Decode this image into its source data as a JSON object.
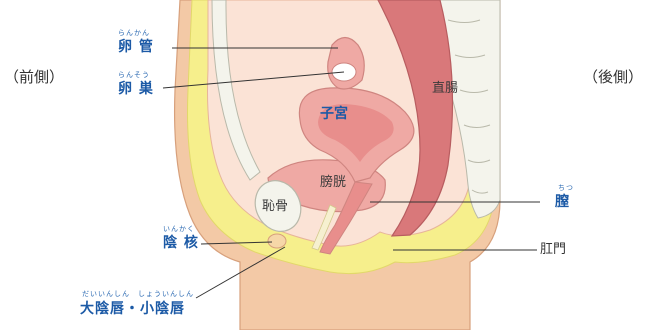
{
  "side_labels": {
    "front": "（前側）",
    "back": "（後側）"
  },
  "left_labels": [
    {
      "id": "oviduct",
      "ruby": "らんかん",
      "text": "卵 管"
    },
    {
      "id": "ovary",
      "ruby": "らんそう",
      "text": "卵 巣"
    },
    {
      "id": "clitoris",
      "ruby": "いんかく",
      "text": "陰 核"
    },
    {
      "id": "labia",
      "ruby": "だいいんしん　しょういんしん",
      "text": "大陰唇・小陰唇"
    }
  ],
  "right_labels": [
    {
      "id": "vagina",
      "ruby": "ちつ",
      "text": "膣"
    },
    {
      "id": "anus",
      "text": "肛門"
    }
  ],
  "inner_labels": {
    "uterus": "子宮",
    "rectum": "直腸",
    "bladder": "膀胱",
    "pubic_bone": "恥骨"
  },
  "colors": {
    "skin": "#f3c9a6",
    "skin_outline": "#d7a07c",
    "fat_yellow": "#f6ef8c",
    "bone": "#f4f4ec",
    "bone_outline": "#b9b9aa",
    "rectum": "#d9787a",
    "organ_pink": "#efa9a4",
    "uterus_inner": "#e88e8c",
    "leader": "#333333",
    "label_blue": "#1c5aa6"
  }
}
